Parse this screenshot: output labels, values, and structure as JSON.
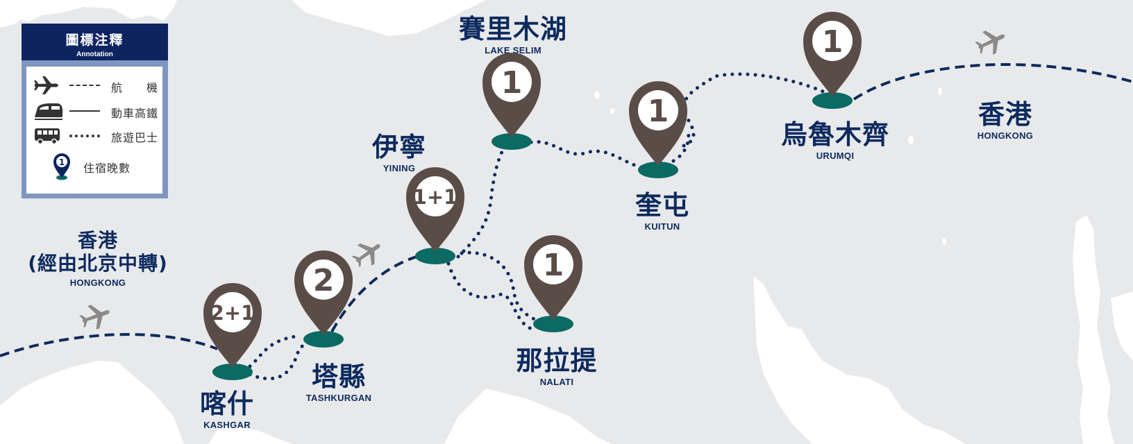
{
  "legend": {
    "title": "圖標注釋",
    "subtitle": "Annotation",
    "items": [
      {
        "icon": "plane-icon",
        "line": "dashed",
        "label": "航　　機"
      },
      {
        "icon": "train-icon",
        "line": "solid",
        "label": "動車高鐵"
      },
      {
        "icon": "bus-icon",
        "line": "dotted",
        "label": "旅遊巴士"
      },
      {
        "icon": "map-pin-icon",
        "pin_value": "1",
        "label": "住宿晚數"
      }
    ]
  },
  "places": [
    {
      "id": "hongkong-start",
      "zh": "香港\n(經由北京中轉)",
      "en": "HONGKONG"
    },
    {
      "id": "kashgar",
      "zh": "喀什",
      "en": "KASHGAR",
      "nights": "2+1"
    },
    {
      "id": "tashkurgan",
      "zh": "塔縣",
      "en": "TASHKURGAN",
      "nights": "2"
    },
    {
      "id": "yining",
      "zh": "伊寧",
      "en": "YINING",
      "nights": "1+1"
    },
    {
      "id": "lake-selim",
      "zh": "賽里木湖",
      "en": "LAKE SELIM",
      "nights": "1"
    },
    {
      "id": "nalati",
      "zh": "那拉提",
      "en": "NALATI",
      "nights": "1"
    },
    {
      "id": "kuitun",
      "zh": "奎屯",
      "en": "KUITUN",
      "nights": "1"
    },
    {
      "id": "urumqi",
      "zh": "烏魯木齊",
      "en": "URUMQI",
      "nights": "1"
    },
    {
      "id": "hongkong-end",
      "zh": "香港",
      "en": "HONGKONG"
    }
  ],
  "colors": {
    "route": "#0d2a5e",
    "pin": "#5a4d48",
    "pin_base": "#0b6a63",
    "land": "#e8e9eb",
    "water": "#ffffff",
    "legend_header": "#0d2461",
    "legend_frame": "#7f97bf"
  }
}
